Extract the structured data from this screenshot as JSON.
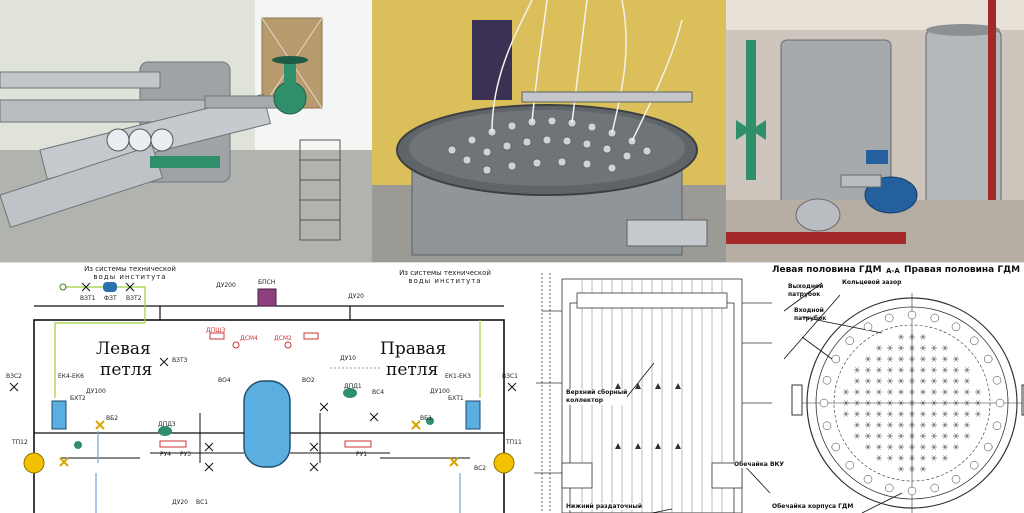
{
  "loop_diagram": {
    "source_left": [
      "Из системы технической",
      "воды  института"
    ],
    "source_right": [
      "Из системы технической",
      "воды  института"
    ],
    "left_loop": [
      "Левая",
      "петля"
    ],
    "right_loop": [
      "Правая",
      "петля"
    ],
    "vessel_top": "БПСН",
    "valves": [
      "ВЗТ1",
      "ФЗТ",
      "ВЗТ2",
      "ВЗТ3",
      "ВЗС2",
      "ВЗС1"
    ],
    "du200": "ДУ200",
    "du20a": "ДУ20",
    "du20b": "ДУ20",
    "du100l": "ДУ100",
    "du100r": "ДУ100",
    "du10": "ДУ10",
    "ek_left": "ЕК4-ЕК6",
    "ek_right": "ЕК1-ЕК3",
    "bxt2": "БХТ2",
    "bxt1": "БХТ1",
    "vc2": "ВС2",
    "vc1": "ВС1",
    "vc4": "ВС4",
    "dsm4": "ДСМ4",
    "dsm2": "ДСМ2",
    "dsm3": "ДПШ3",
    "dpd1": "ДПД1",
    "dpd3": "ДПД3",
    "tpp2": "ТП12",
    "tpp1": "ТП11",
    "vb2": "ВБ2",
    "vb1": "ВБ1",
    "vo4": "ВО4",
    "vo2": "ВО2",
    "ru4": "РУ4",
    "ru3": "РУ3",
    "ru1": "РУ1"
  },
  "hdm_diagram": {
    "left_half": "Левая половина ГДМ",
    "right_half": "Правая половина ГДМ",
    "section": "А-А",
    "outlet": [
      "Выходной",
      "патрубок"
    ],
    "ring_gap": "Кольцевой зазор",
    "inlet": [
      "Входной",
      "патрубок"
    ],
    "upper_collector": [
      "Верхний сборный",
      "коллектор"
    ],
    "shell_vku": "Обечайка ВКУ",
    "lower_collector": "Нижний раздаточный",
    "shell_hdm": "Обечайка корпуса ГДМ"
  },
  "colors": {
    "steel": "#b9bcc0",
    "valve_green": "#2f8f6a",
    "vessel_blue": "#5aaee0",
    "pipe_yellow_green": "#9ccf3d",
    "pump_yellow": "#f2c200",
    "tank_purple": "#8e3f7f"
  }
}
